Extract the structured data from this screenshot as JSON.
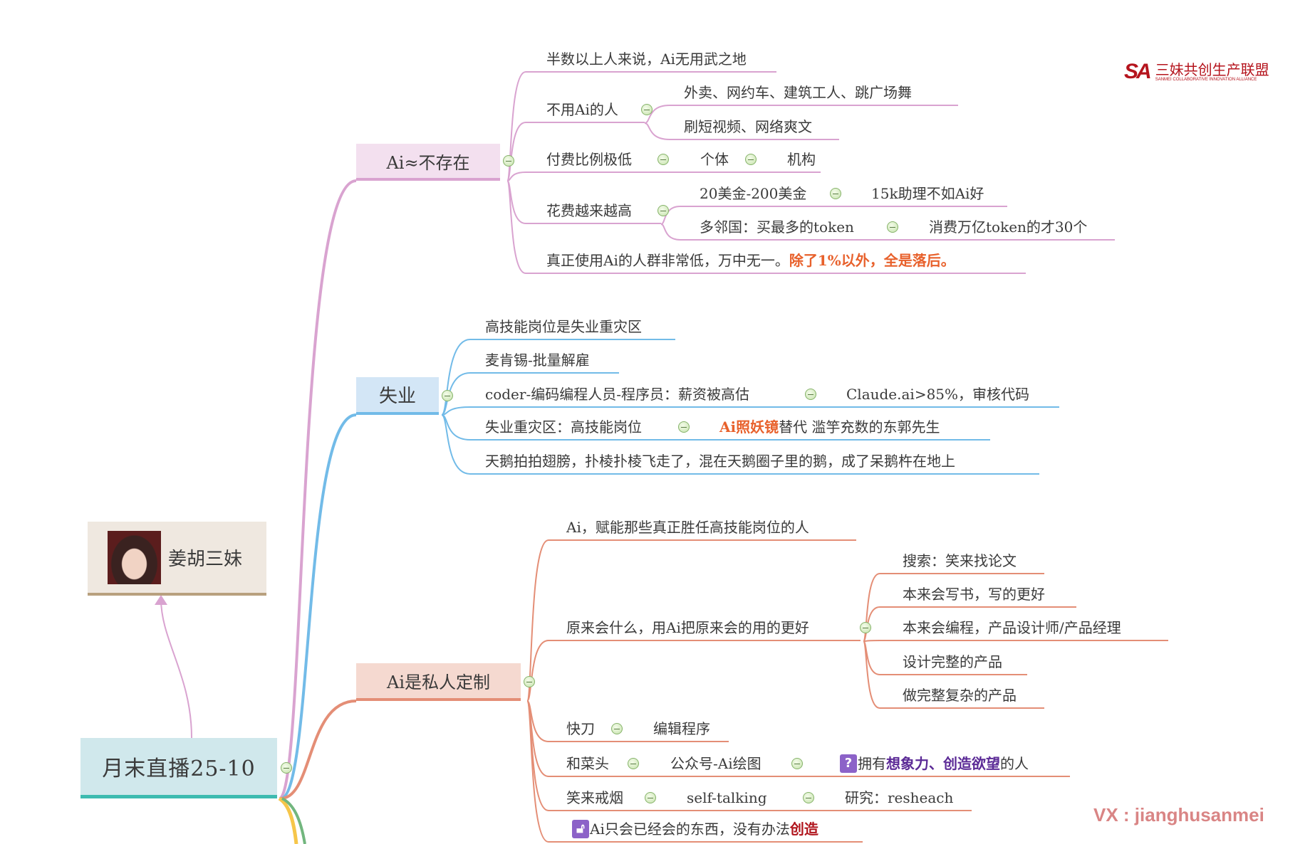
{
  "root": {
    "title": "月末直播25-10"
  },
  "linked_topic": {
    "name": "姜胡三妹"
  },
  "logo": {
    "mark": "SA",
    "cn": "三妹共创生产联盟",
    "en": "SANMEI COLLABORATIVE INNOVATION ALLIANCE"
  },
  "watermark": "VX : jianghusanmei",
  "colors": {
    "branch1": "#d9a3d0",
    "branch2": "#72bbe8",
    "branch3": "#e48e76",
    "root": "#3dbbb0",
    "highlight": "#e8612c",
    "emphasis": "#5b2a96"
  },
  "b1": {
    "title": "Ai≈不存在",
    "r1": "半数以上人来说，Ai无用武之地",
    "r2": "不用Ai的人",
    "r2a": "外卖、网约车、建筑工人、跳广场舞",
    "r2b": "刷短视频、网络爽文",
    "r3": "付费比例极低",
    "r3a": "个体",
    "r3b": "机构",
    "r4": "花费越来越高",
    "r4a": "20美金-200美金",
    "r4a2": "15k助理不如Ai好",
    "r4b": "多邻国：买最多的token",
    "r4b2": "消费万亿token的才30个",
    "r5": "真正使用Ai的人群非常低，万中无一。",
    "r5hl": "除了1%以外，全是落后。"
  },
  "b2": {
    "title": "失业",
    "r1": "高技能岗位是失业重灾区",
    "r2": "麦肯锡-批量解雇",
    "r3": "coder-编码编程人员-程序员：薪资被高估",
    "r3a": "Claude.ai>85%，审核代码",
    "r4": "失业重灾区：高技能岗位",
    "r4hl": "Ai照妖镜",
    "r4a": "替代 滥竽充数的东郭先生",
    "r5": "天鹅拍拍翅膀，扑棱扑棱飞走了，混在天鹅圈子里的鹅，成了呆鹅杵在地上"
  },
  "b3": {
    "title": "Ai是私人定制",
    "r1": "Ai，赋能那些真正胜任高技能岗位的人",
    "r2": "原来会什么，用Ai把原来会的用的更好",
    "r2s": [
      "搜索：笑来找论文",
      "本来会写书，写的更好",
      "本来会编程，产品设计师/产品经理",
      "设计完整的产品",
      "做完整复杂的产品"
    ],
    "r3": "快刀",
    "r3a": "编辑程序",
    "r4": "和菜头",
    "r4a": "公众号-Ai绘图",
    "r4b_pre": "拥有",
    "r4b_hl": "想象力、创造欲望",
    "r4b_post": "的人",
    "r5": "笑来戒烟",
    "r5a": "self-talking",
    "r5b": "研究：resheach",
    "r6": "Ai只会已经会的东西，没有办法",
    "r6hl": "创造"
  }
}
